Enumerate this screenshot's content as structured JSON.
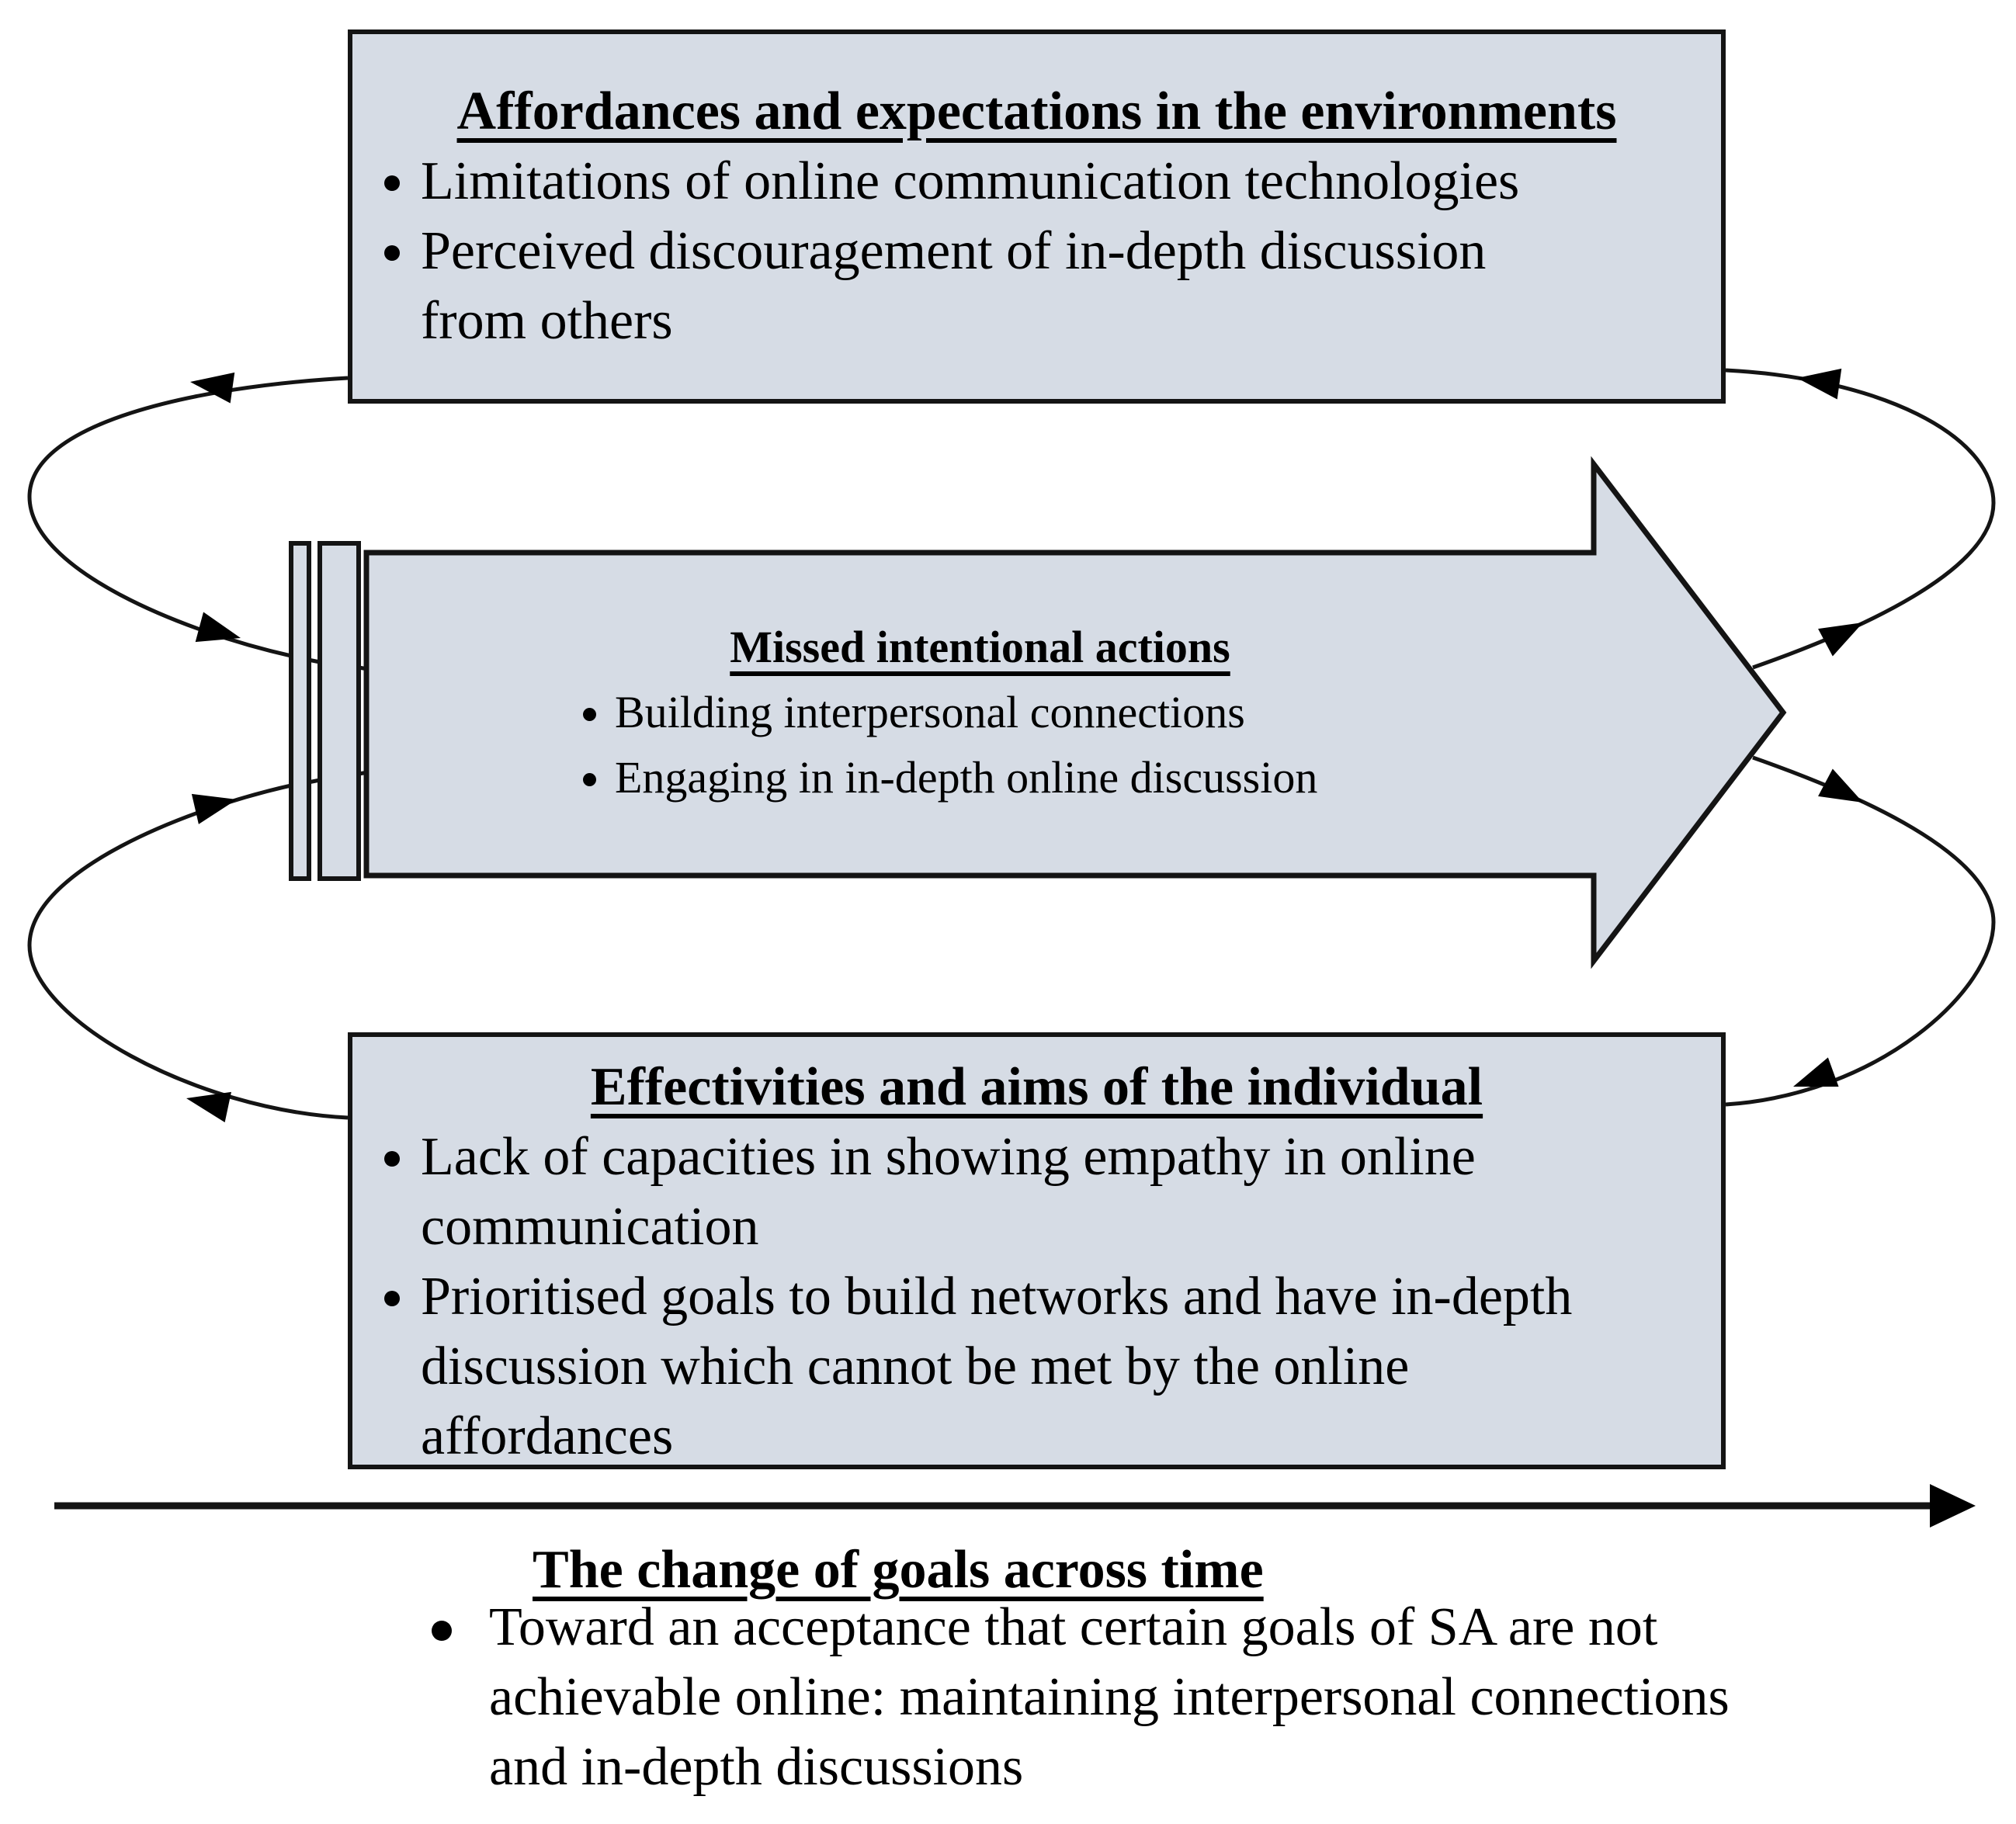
{
  "diagram": {
    "colors": {
      "shape_fill": "#d6dce5",
      "stroke": "#141414"
    },
    "top_box": {
      "title": "Affordances and expectations in the environments",
      "bullets": [
        "Limitations of online communication technologies",
        "Perceived discouragement of in-depth discussion\nfrom others"
      ]
    },
    "middle_arrow": {
      "title": "Missed intentional actions",
      "bullets": [
        "Building interpersonal connections",
        "Engaging in in-depth online discussion"
      ]
    },
    "bottom_box": {
      "title": "Effectivities and aims of the individual",
      "bullets": [
        "Lack of capacities in showing empathy in online\ncommunication",
        "Prioritised goals to build networks and have in-depth\ndiscussion which cannot be met by the online\naffordances"
      ]
    },
    "timeline": {
      "title": "The change of goals across time",
      "bullets": [
        "Toward an acceptance that certain goals of SA are not\nachievable online: maintaining interpersonal connections\nand in-depth discussions"
      ]
    }
  }
}
